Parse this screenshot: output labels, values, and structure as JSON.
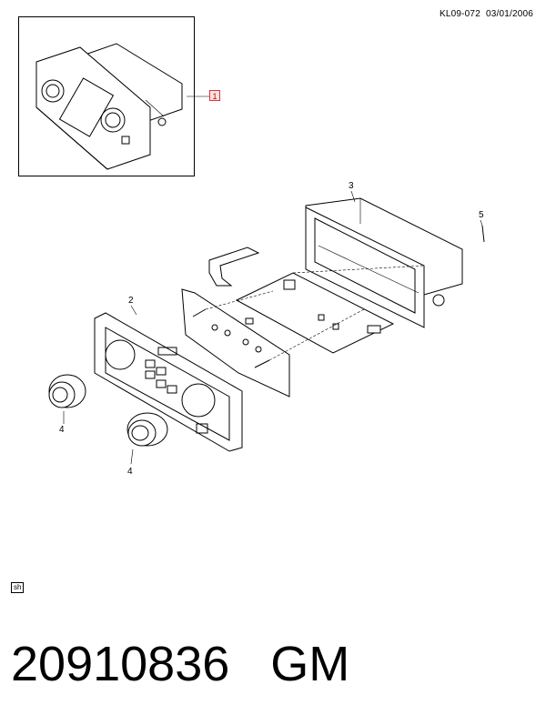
{
  "header": {
    "code": "KL09-072",
    "date": "03/01/2006"
  },
  "callouts": {
    "assembly": "1",
    "bezel": "2",
    "housing": "3",
    "knob_a": "4",
    "knob_b": "4",
    "screw": "5"
  },
  "tag": "sh",
  "part": {
    "number": "20910836",
    "brand": "GM"
  }
}
